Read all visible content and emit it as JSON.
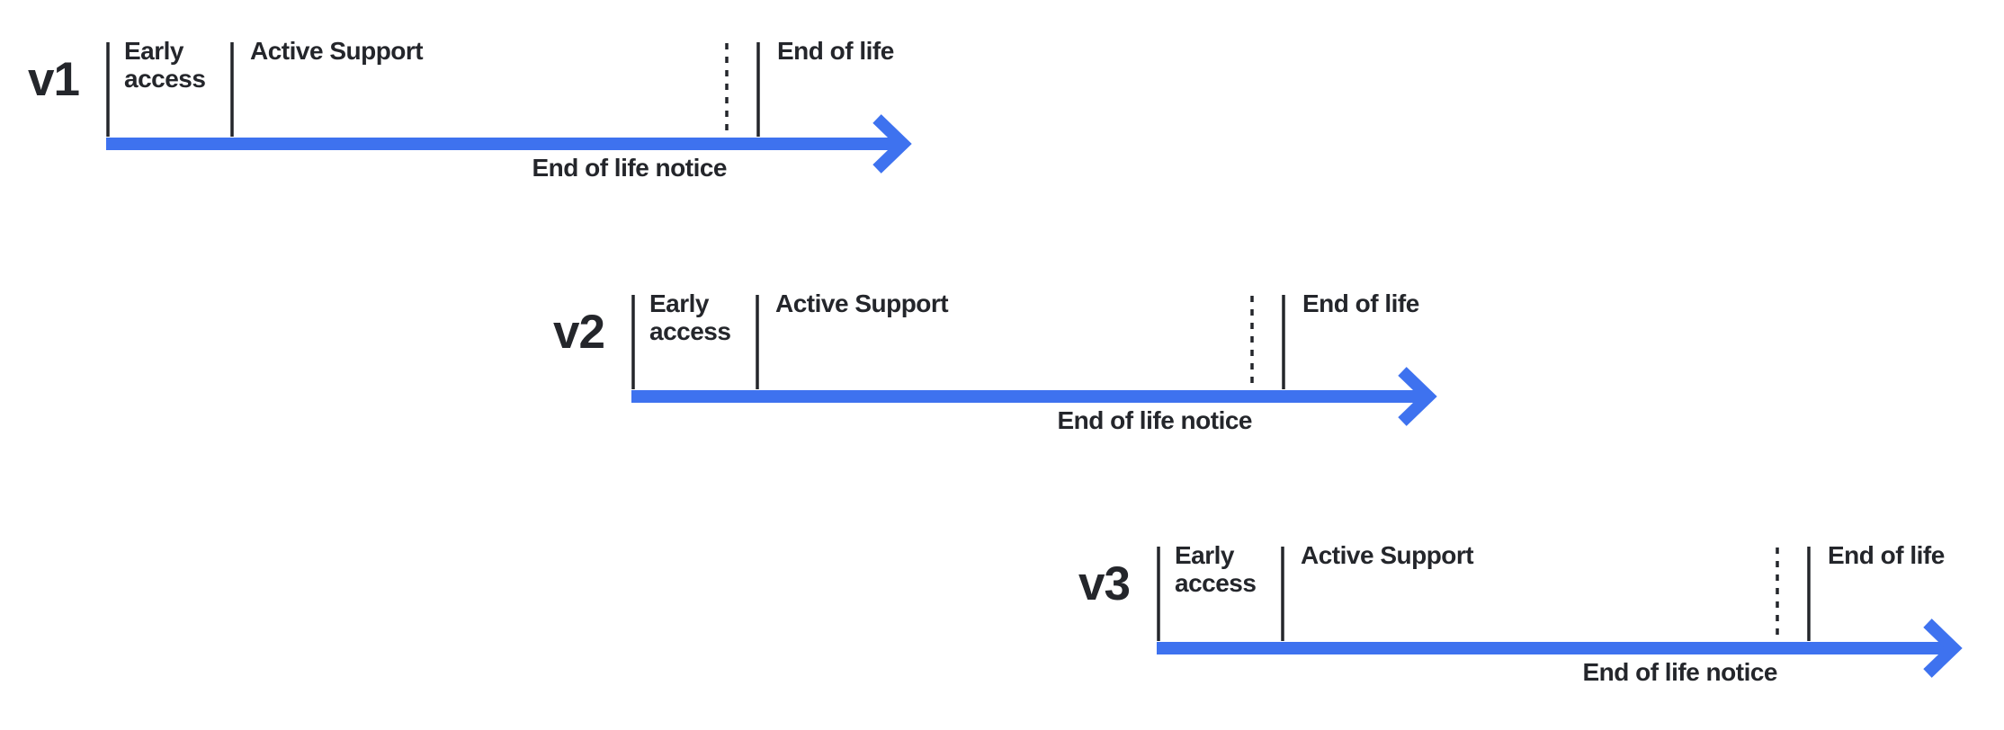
{
  "diagram": {
    "type": "release-lifecycle-timelines",
    "colors": {
      "arrow_blue": "#3E72EF",
      "ink": "#24262B",
      "background": "#FFFFFF"
    },
    "versions": [
      {
        "label": "v1",
        "phases": {
          "early_access": "Early access",
          "active_support": "Active Support",
          "end_of_life": "End of life",
          "end_of_life_notice": "End of life notice"
        }
      },
      {
        "label": "v2",
        "phases": {
          "early_access": "Early access",
          "active_support": "Active Support",
          "end_of_life": "End of life",
          "end_of_life_notice": "End of life notice"
        }
      },
      {
        "label": "v3",
        "phases": {
          "early_access": "Early access",
          "active_support": "Active Support",
          "end_of_life": "End of life",
          "end_of_life_notice": "End of life notice"
        }
      }
    ]
  }
}
